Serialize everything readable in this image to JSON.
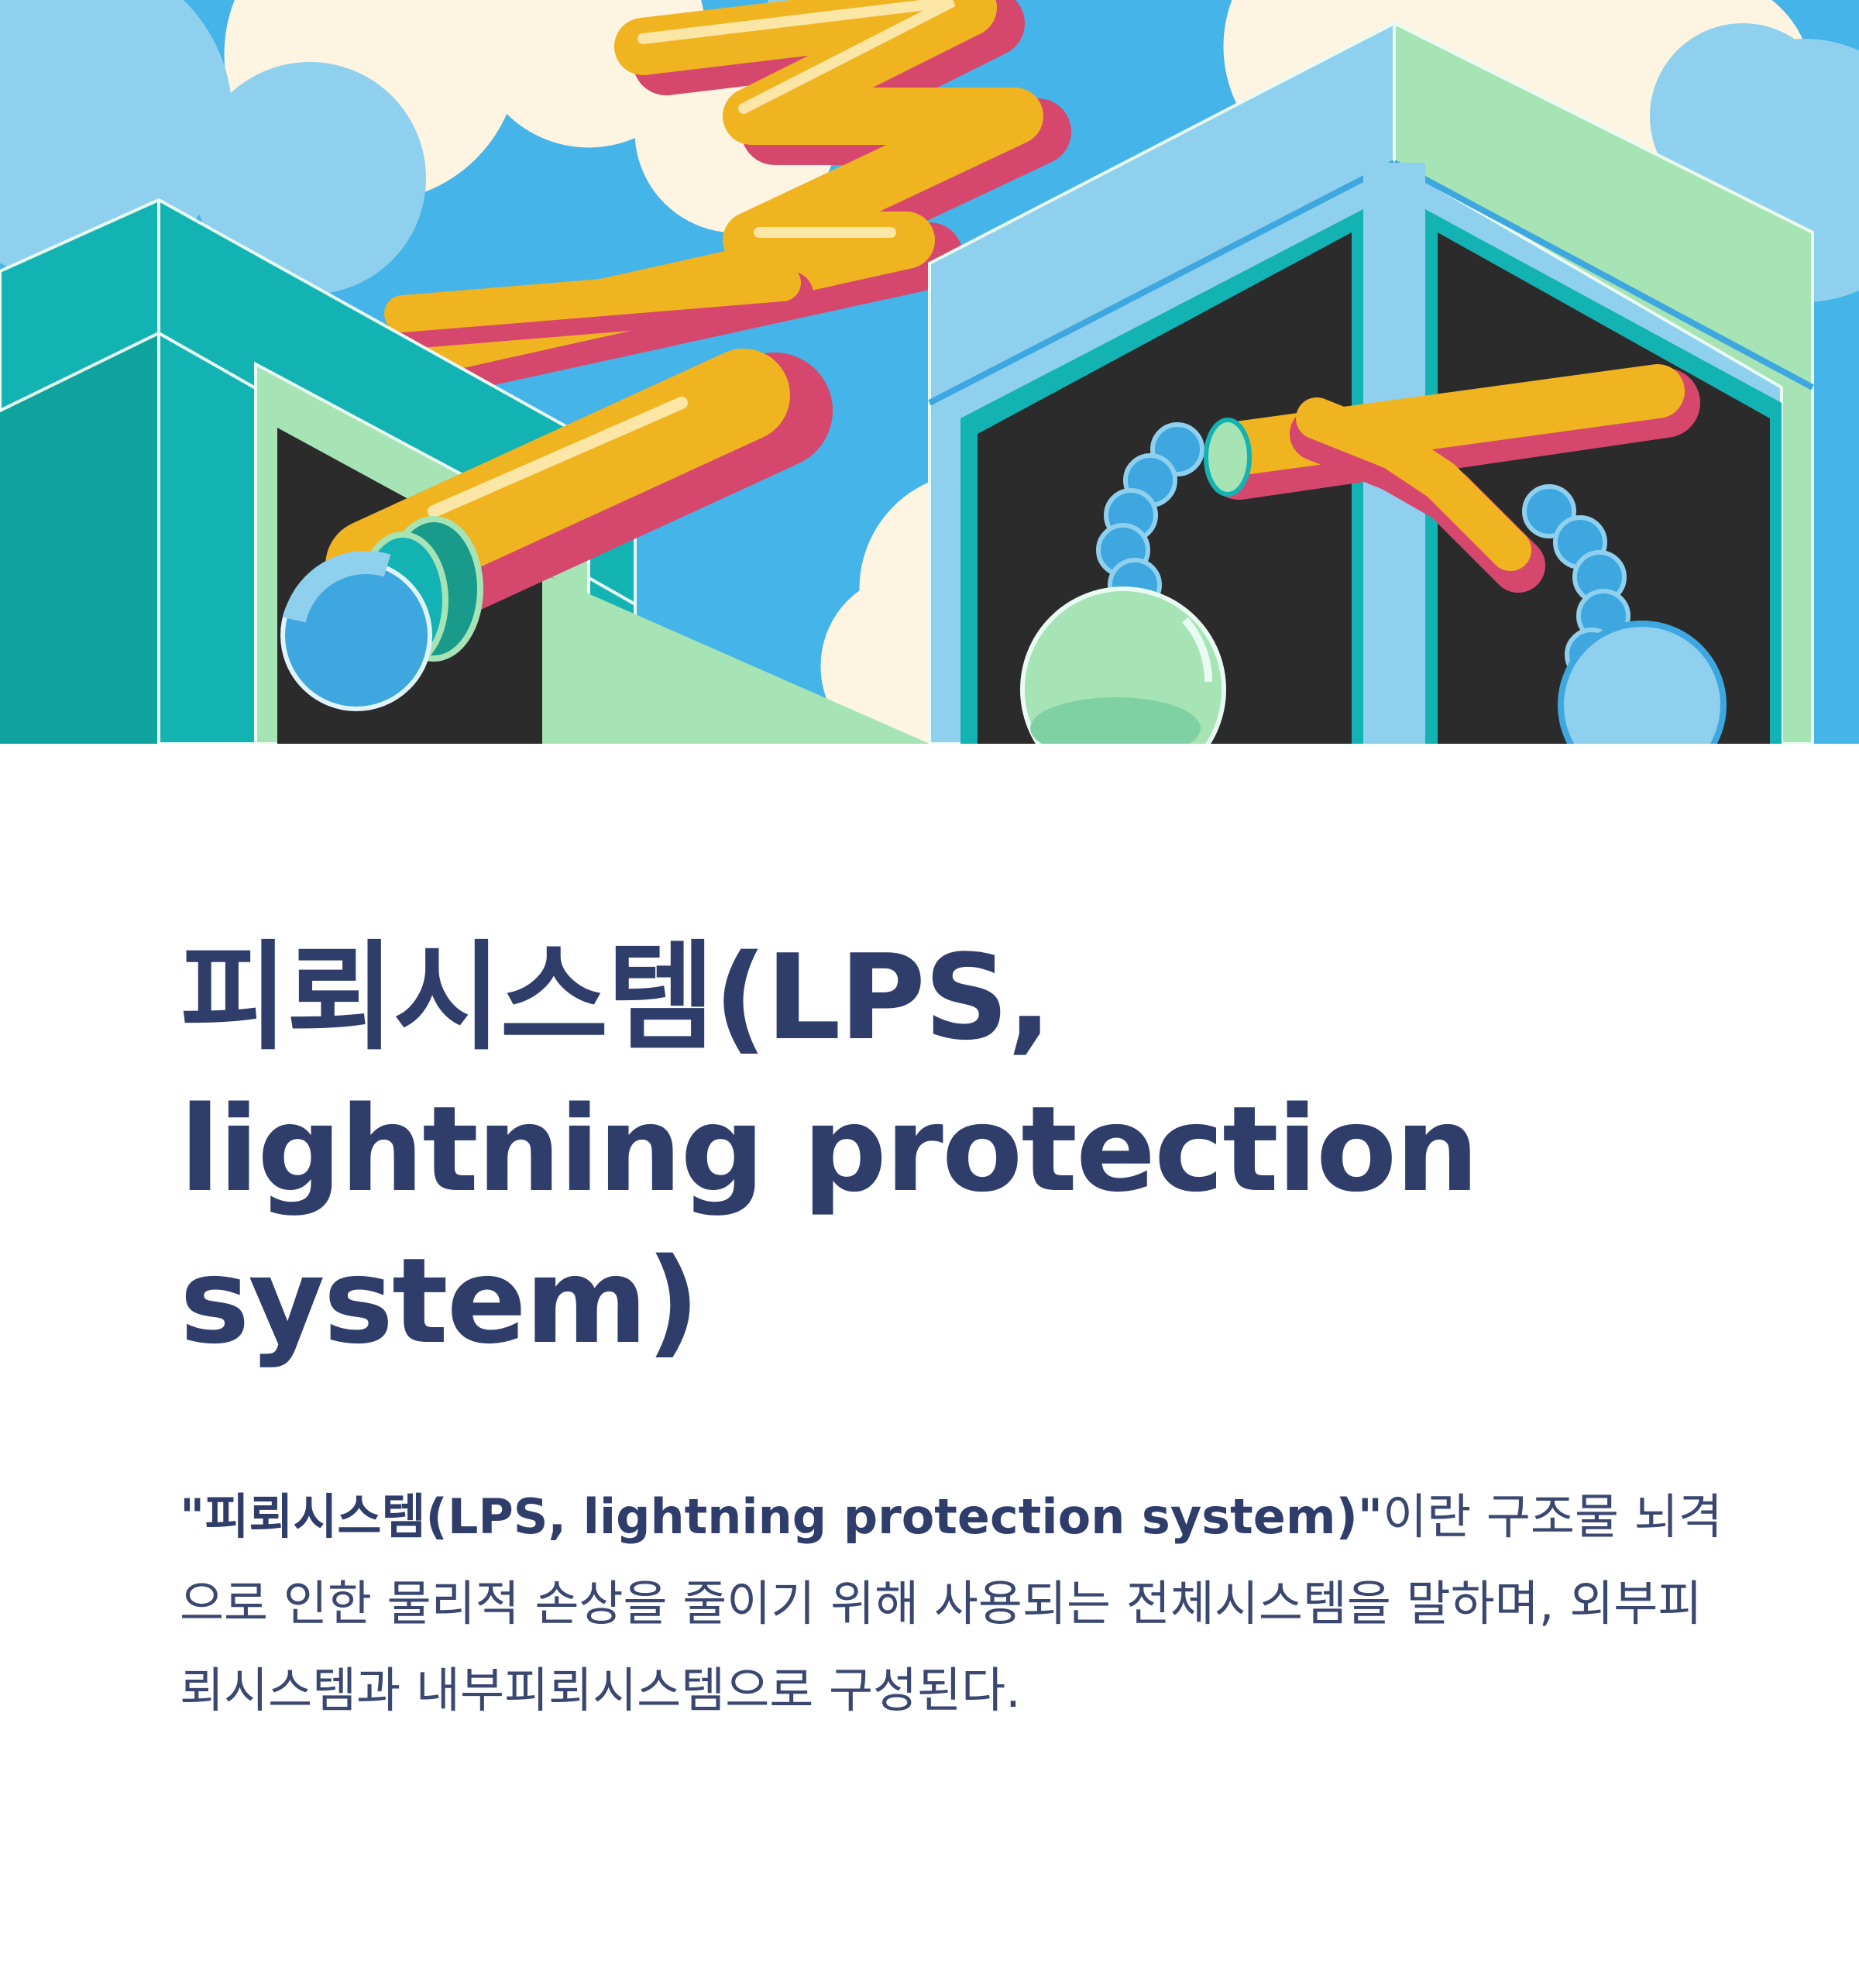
{
  "hero_image": {
    "icon": "lightning-protection-illustration",
    "colors": {
      "sky": "#45b4e8",
      "cloud_cream": "#fdf4e1",
      "cloud_blue": "#8fd0ee",
      "teal": "#14b3b3",
      "mint": "#a6e3b5",
      "bolt_yellow": "#f0b421",
      "bolt_pink": "#d6476e",
      "dark": "#2b2b2b"
    }
  },
  "article": {
    "title_line1": "피뢰시스템(LPS,",
    "title_line2": "lightning protection",
    "title_line3": "system)",
    "term": "\"피뢰시스템(LPS, lightning protection system)\"",
    "definition": "이란 구조물 뇌격으로 인한 물리적 손상을 줄이기 위해 사용되는 전체시스템을 말하며, 외부피뢰시스템과 내부피뢰시스템으로 구성된다."
  }
}
